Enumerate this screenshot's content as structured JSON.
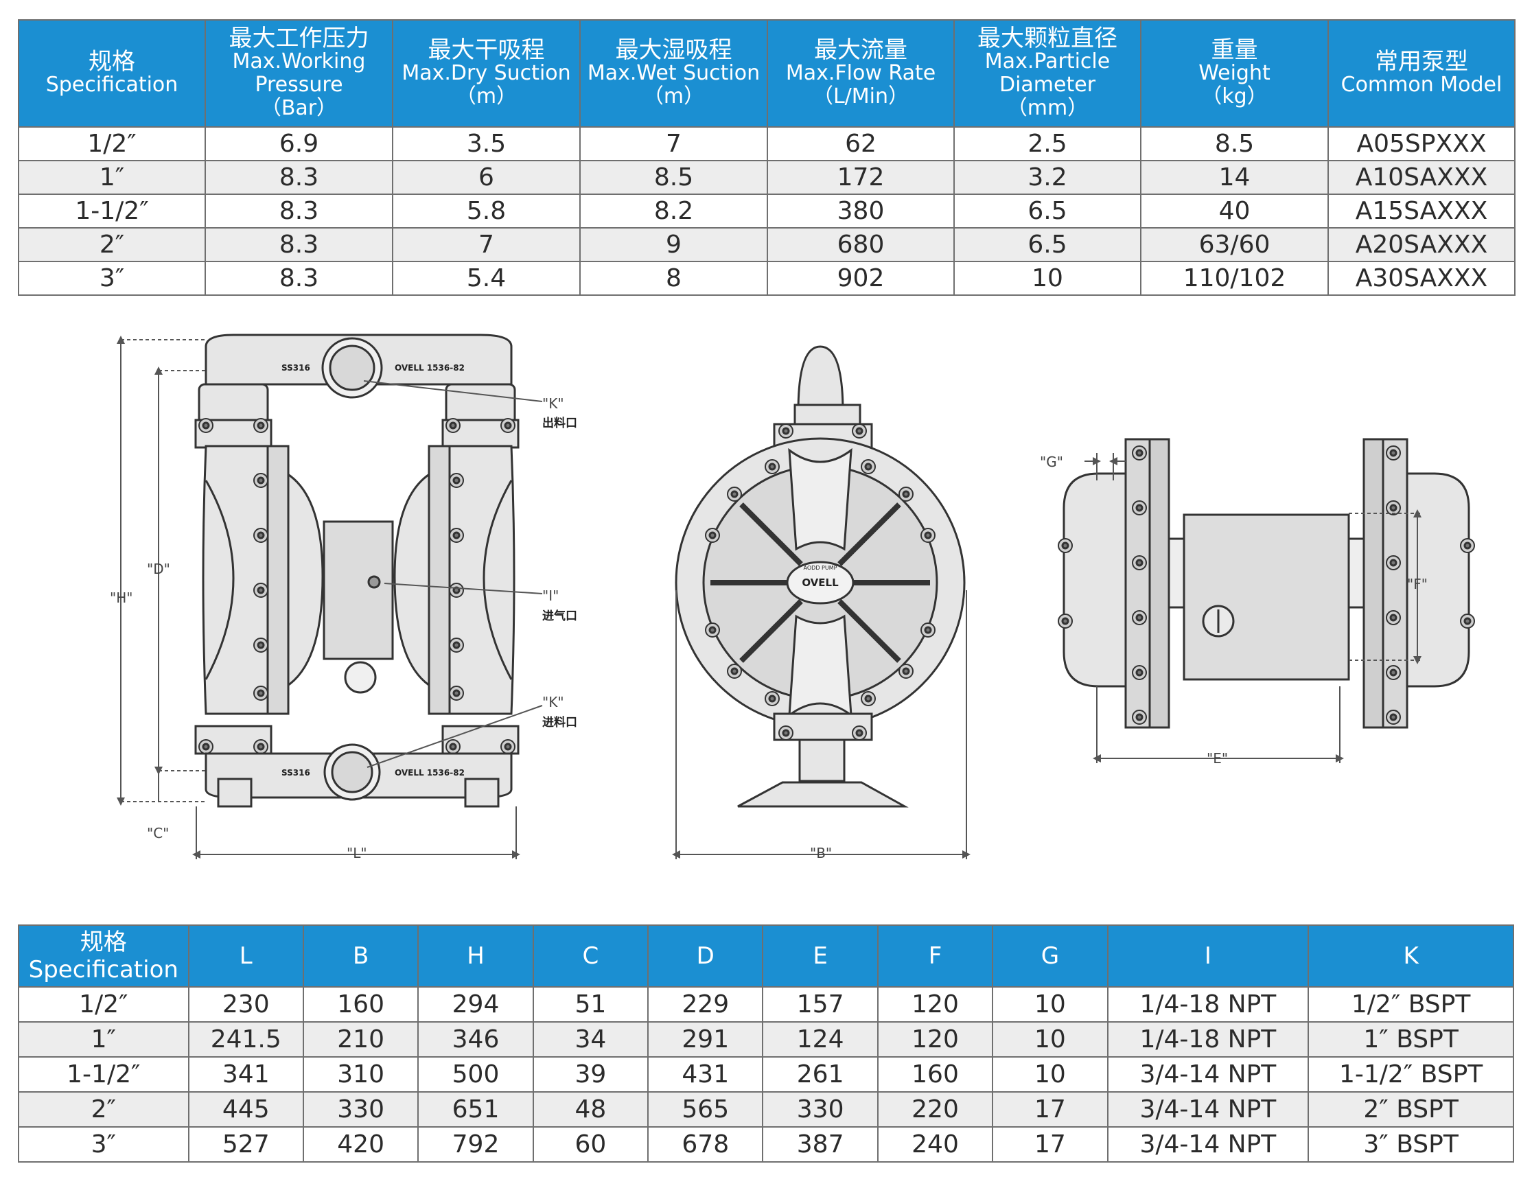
{
  "performance_table": {
    "headers": [
      {
        "zh": "规格",
        "en": "Specification",
        "unit": ""
      },
      {
        "zh": "最大工作压力",
        "en": "Max.Working Pressure",
        "unit": "（Bar）"
      },
      {
        "zh": "最大干吸程",
        "en": "Max.Dry Suction",
        "unit": "（m）"
      },
      {
        "zh": "最大湿吸程",
        "en": "Max.Wet Suction",
        "unit": "（m）"
      },
      {
        "zh": "最大流量",
        "en": "Max.Flow Rate",
        "unit": "（L/Min）"
      },
      {
        "zh": "最大颗粒直径",
        "en": "Max.Particle Diameter",
        "unit": "（mm）"
      },
      {
        "zh": "重量",
        "en": "Weight",
        "unit": "（kg）"
      },
      {
        "zh": "常用泵型",
        "en": "Common Model",
        "unit": ""
      }
    ],
    "rows": [
      [
        "1/2″",
        "6.9",
        "3.5",
        "7",
        "62",
        "2.5",
        "8.5",
        "A05SPXXX"
      ],
      [
        "1″",
        "8.3",
        "6",
        "8.5",
        "172",
        "3.2",
        "14",
        "A10SAXXX"
      ],
      [
        "1-1/2″",
        "8.3",
        "5.8",
        "8.2",
        "380",
        "6.5",
        "40",
        "A15SAXXX"
      ],
      [
        "2″",
        "8.3",
        "7",
        "9",
        "680",
        "6.5",
        "63/60",
        "A20SAXXX"
      ],
      [
        "3″",
        "8.3",
        "5.4",
        "8",
        "902",
        "10",
        "110/102",
        "A30SAXXX"
      ]
    ]
  },
  "drawing": {
    "labels": {
      "H": "\"H\"",
      "D": "\"D\"",
      "C": "\"C\"",
      "L": "\"L\"",
      "B": "\"B\"",
      "E": "\"E\"",
      "F": "\"F\"",
      "G": "\"G\"",
      "K_out": "\"K\"",
      "K_out_zh": "出料口",
      "I": "\"I\"",
      "I_zh": "进气口",
      "K_in": "\"K\"",
      "K_in_zh": "进料口"
    },
    "plate_texts": {
      "material": "SS316",
      "model": "OVELL 1536-82",
      "brand": "OVELL",
      "brand_tag": "AODD PUMP"
    }
  },
  "dimension_table": {
    "headers": [
      {
        "zh": "规格",
        "en": "Specification"
      },
      {
        "label": "L"
      },
      {
        "label": "B"
      },
      {
        "label": "H"
      },
      {
        "label": "C"
      },
      {
        "label": "D"
      },
      {
        "label": "E"
      },
      {
        "label": "F"
      },
      {
        "label": "G"
      },
      {
        "label": "I"
      },
      {
        "label": "K"
      }
    ],
    "rows": [
      [
        "1/2″",
        "230",
        "160",
        "294",
        "51",
        "229",
        "157",
        "120",
        "10",
        "1/4-18 NPT",
        "1/2″ BSPT"
      ],
      [
        "1″",
        "241.5",
        "210",
        "346",
        "34",
        "291",
        "124",
        "120",
        "10",
        "1/4-18 NPT",
        "1″ BSPT"
      ],
      [
        "1-1/2″",
        "341",
        "310",
        "500",
        "39",
        "431",
        "261",
        "160",
        "10",
        "3/4-14 NPT",
        "1-1/2″ BSPT"
      ],
      [
        "2″",
        "445",
        "330",
        "651",
        "48",
        "565",
        "330",
        "220",
        "17",
        "3/4-14 NPT",
        "2″ BSPT"
      ],
      [
        "3″",
        "527",
        "420",
        "792",
        "60",
        "678",
        "387",
        "240",
        "17",
        "3/4-14 NPT",
        "3″ BSPT"
      ]
    ]
  },
  "colors": {
    "header_bg": "#1b8fd2",
    "header_text": "#ffffff",
    "alt_row": "#ededed",
    "border": "#6f6f6f"
  }
}
